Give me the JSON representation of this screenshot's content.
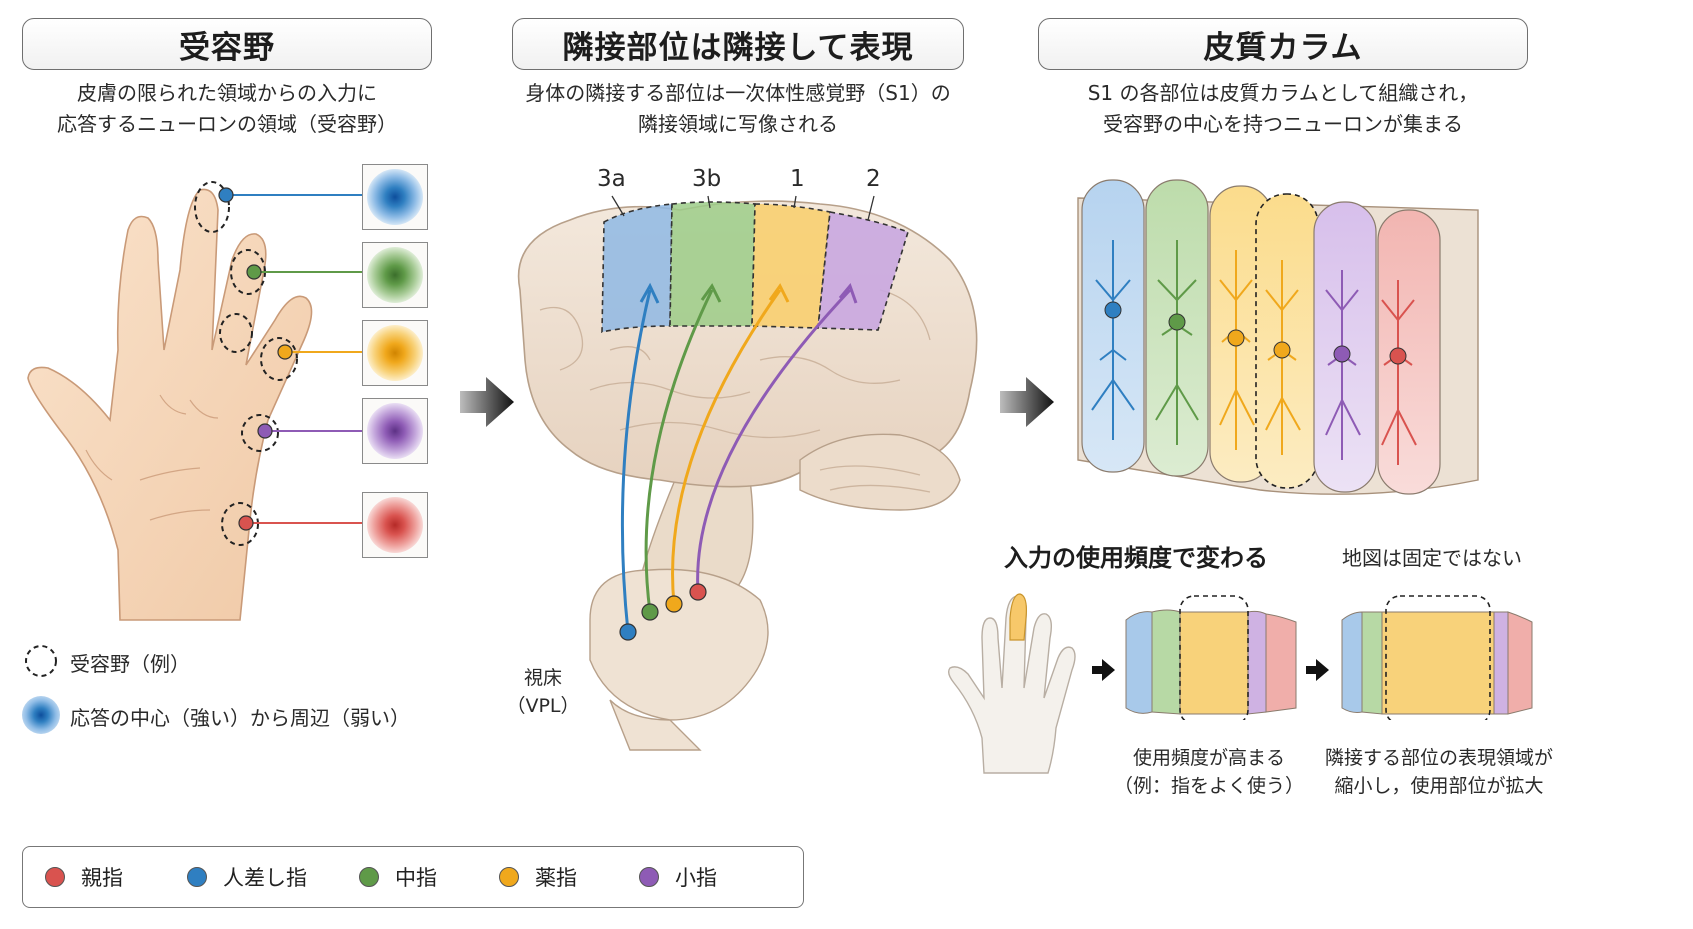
{
  "panels": {
    "receptive_field": {
      "title": "受容野",
      "desc_line1": "皮膚の限られた領域からの入力に",
      "desc_line2": "応答するニューロンの領域（受容野）"
    },
    "somatotopy": {
      "title": "隣接部位は隣接して表現",
      "desc_line1": "身体の隣接する部位は一次体性感覚野（S1）の",
      "desc_line2": "隣接領域に写像される",
      "areas": [
        "3a",
        "3b",
        "1",
        "2"
      ],
      "thalamus_line1": "視床",
      "thalamus_line2": "（VPL）"
    },
    "columns": {
      "title": "皮質カラム",
      "desc_line1": "S1 の各部位は皮質カラムとして組織され，",
      "desc_line2": "受容野の中心を持つニューロンが集まる"
    },
    "plasticity": {
      "title": "入力の使用頻度で変わる",
      "note": "地図は固定ではない",
      "caption1_line1": "使用頻度が高まる",
      "caption1_line2": "（例：指をよく使う）",
      "caption2_line1": "隣接する部位の表現領域が",
      "caption2_line2": "縮小し，使用部位が拡大"
    }
  },
  "hand_legend": {
    "receptive_field_example": "受容野（例）",
    "response_gradient": "応答の中心（強い）から周辺（弱い）"
  },
  "finger_legend": [
    {
      "label": "親指",
      "color": "#d9534f"
    },
    {
      "label": "人差し指",
      "color": "#2f7fc1"
    },
    {
      "label": "中指",
      "color": "#5f9a48"
    },
    {
      "label": "薬指",
      "color": "#f0a81c"
    },
    {
      "label": "小指",
      "color": "#8e5bb5"
    }
  ],
  "colors": {
    "blue": "#2f7fc1",
    "green": "#5f9a48",
    "yellow": "#f0a81c",
    "purple": "#8e5bb5",
    "red": "#d9534f",
    "skin": "#f7d9bf"
  }
}
